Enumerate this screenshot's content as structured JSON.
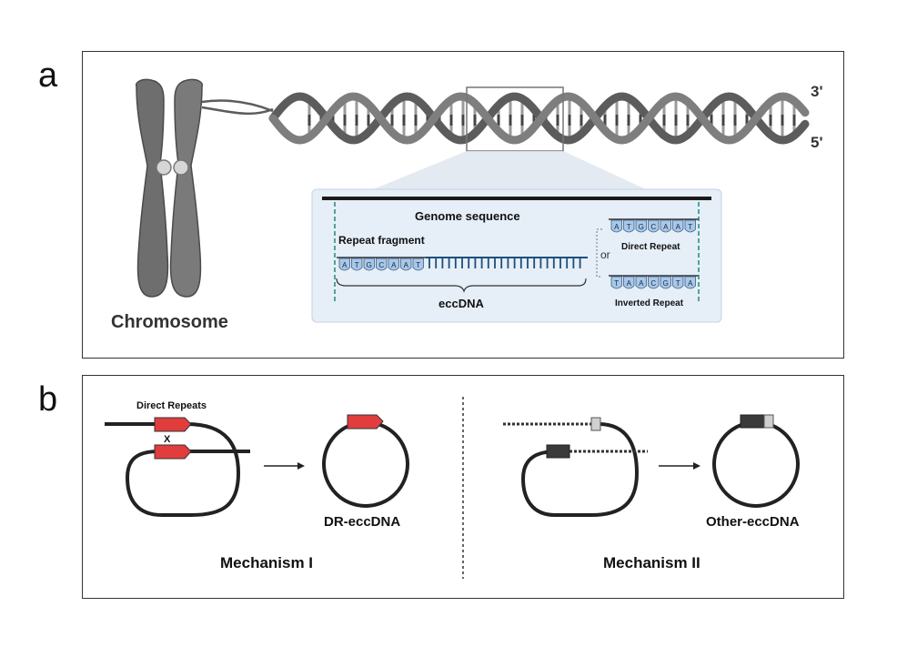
{
  "panel_a": {
    "letter": "a",
    "chromosome_label": "Chromosome",
    "strand_end_top": "3'",
    "strand_end_bottom": "5'",
    "inset": {
      "genome_label": "Genome sequence",
      "repeat_fragment_label": "Repeat fragment",
      "eccdna_label": "eccDNA",
      "or_label": "or",
      "direct_repeat_label": "Direct Repeat",
      "inverted_repeat_label": "Inverted Repeat",
      "repeat_bases": [
        "A",
        "T",
        "G",
        "C",
        "A",
        "A",
        "T"
      ],
      "direct_repeat_bases": [
        "A",
        "T",
        "G",
        "C",
        "A",
        "A",
        "T"
      ],
      "inverted_repeat_bases": [
        "T",
        "A",
        "A",
        "C",
        "G",
        "T",
        "A"
      ]
    }
  },
  "panel_b": {
    "letter": "b",
    "direct_repeats_label": "Direct Repeats",
    "cross_label": "X",
    "dr_product_label": "DR-eccDNA",
    "mechanism1_label": "Mechanism I",
    "other_product_label": "Other-eccDNA",
    "mechanism2_label": "Mechanism II"
  },
  "colors": {
    "repeat_red": "#e23d3d",
    "dark_block": "#3a3a3a",
    "light_block": "#d0d0d0",
    "dna_gray": "#5c5c5c",
    "inset_bg": "#e6eef7",
    "base_blue": "#a9c7e8",
    "teal_guide": "#1f8a7a",
    "sequence_blue": "#1d4f7a"
  }
}
